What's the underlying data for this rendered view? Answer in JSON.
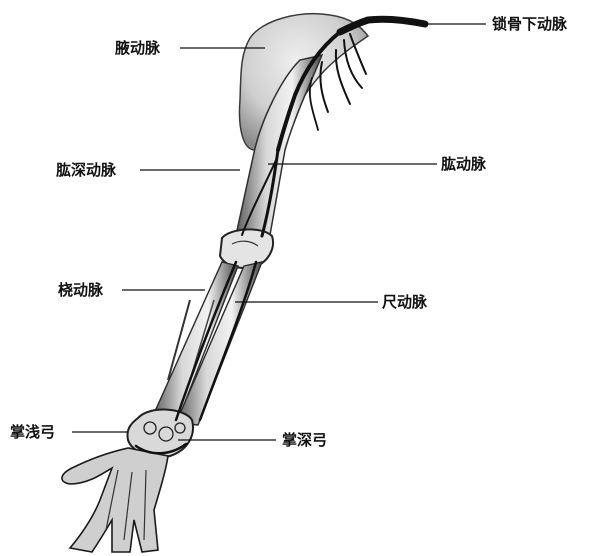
{
  "labels": {
    "subclavian": "锁骨下动脉",
    "axillary": "腋动脉",
    "deep_brachial": "肱深动脉",
    "brachial": "肱动脉",
    "radial": "桡动脉",
    "ulnar": "尺动脉",
    "superficial_arch": "掌浅弓",
    "deep_arch": "掌深弓"
  }
}
